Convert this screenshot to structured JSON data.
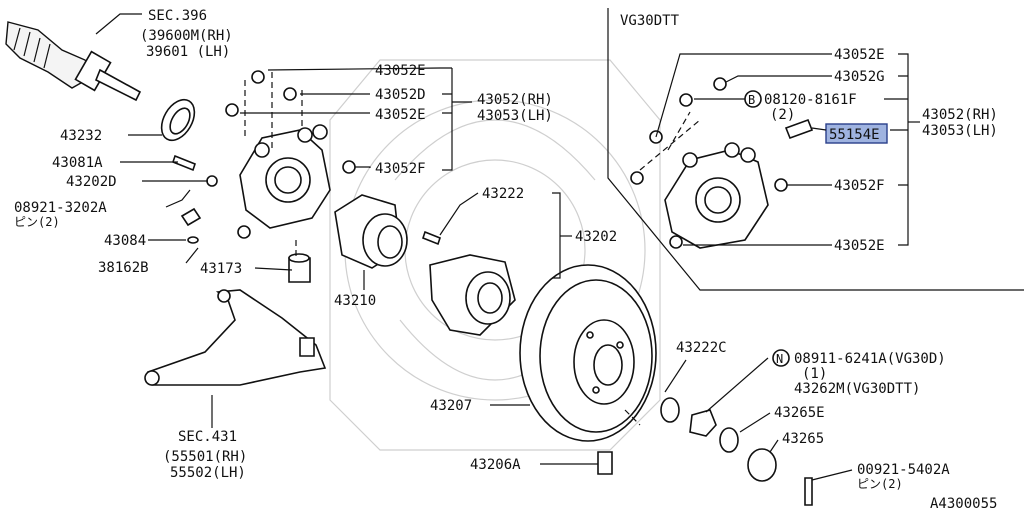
{
  "diagram": {
    "colors": {
      "ink": "#111111",
      "highlight": "#9fb3e0"
    },
    "inset_title": "VG30DTT",
    "figure_code": "A4300055",
    "labels": {
      "sec396": "SEC.396",
      "l39600": "(39600M(RH)",
      "l39601": "39601 (LH)",
      "p43052e1": "43052E",
      "p43052d": "43052D",
      "p43052e2": "43052E",
      "p43052f": "43052F",
      "p43052rh": "43052(RH)",
      "p43053lh": "43053(LH)",
      "p43232": "43232",
      "p43081a": "43081A",
      "p43202d": "43202D",
      "p08921": "08921-3202A",
      "pin2a": "ピン(2)",
      "p43084": "43084",
      "p38162b": "38162B",
      "p43173": "43173",
      "p43210": "43210",
      "p43222": "43222",
      "p43202": "43202",
      "sec431": "SEC.431",
      "p55501": "(55501(RH)",
      "p55502": "55502(LH)",
      "p43207": "43207",
      "p43206a": "43206A",
      "p43222c": "43222C",
      "n_marker": "N",
      "p08911": "08911-6241A(VG30D)",
      "qty1": "(1)",
      "p43262m": "43262M(VG30DTT)",
      "p43265e": "43265E",
      "p43265": "43265",
      "p00921": "00921-5402A",
      "pin2b": "ピン(2)",
      "i43052e1": "43052E",
      "i43052g": "43052G",
      "b_marker": "B",
      "i08120": "08120-8161F",
      "qty2": "(2)",
      "i55154e": "55154E",
      "i43052rh": "43052(RH)",
      "i43053lh": "43053(LH)",
      "i43052f": "43052F",
      "i43052e2": "43052E"
    }
  }
}
